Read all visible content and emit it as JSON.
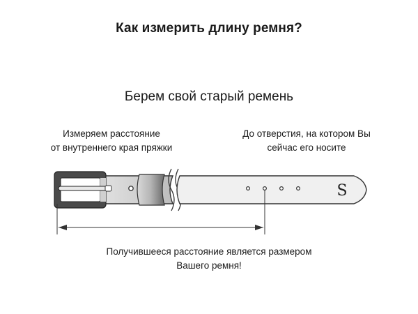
{
  "title": "Как измерить длину ремня?",
  "subtitle": "Берем свой старый ремень",
  "left_note": [
    "Измеряем расстояние",
    "от внутреннего края пряжки"
  ],
  "right_note": [
    "До отверстия, на котором Вы",
    "сейчас его носите"
  ],
  "bottom_note": [
    "Получившееся расстояние является размером",
    "Вашего ремня!"
  ],
  "brand_mark": "S",
  "colors": {
    "outline": "#333333",
    "belt_fill": "#f0f0f0",
    "buckle_dark": "#3a3a3a",
    "buckle_light": "#9a9a9a",
    "text": "#1a1a1a"
  }
}
